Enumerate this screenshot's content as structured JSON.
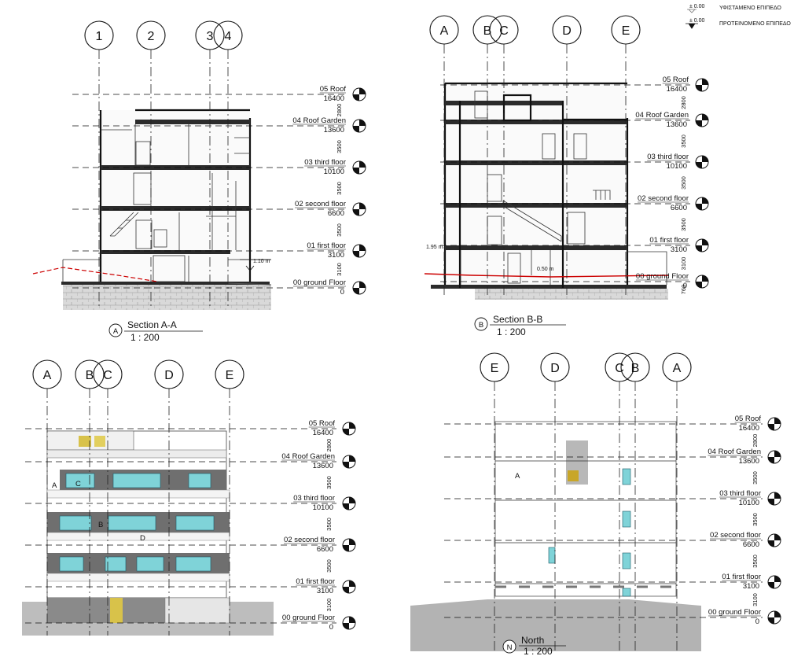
{
  "legend": {
    "existing": {
      "value": "± 0.00",
      "label": "ΥΦΙΣΤΑΜΕΝΟ ΕΠΙΠΕΔΟ"
    },
    "proposed": {
      "value": "± 0.00",
      "label": "ΠΡΟΤΕΙΝΟΜΕΝΟ ΕΠΙΠΕΔΟ"
    }
  },
  "views": [
    {
      "id": "A",
      "tag": "A",
      "title": "Section A-A",
      "scale": "1 : 200",
      "grids": [
        "1",
        "2",
        "3",
        "4"
      ],
      "spot": "1.10 m",
      "levels": [
        {
          "name": "05 Roof",
          "elev": "16400"
        },
        {
          "name": "04 Roof Garden",
          "elev": "13600"
        },
        {
          "name": "03 third floor",
          "elev": "10100"
        },
        {
          "name": "02 second floor",
          "elev": "6600"
        },
        {
          "name": "01 first floor",
          "elev": "3100"
        },
        {
          "name": "00 ground Floor",
          "elev": "0"
        }
      ],
      "dims": [
        "2800",
        "3500",
        "3500",
        "3500",
        "3100"
      ]
    },
    {
      "id": "B",
      "tag": "B",
      "title": "Section B-B",
      "scale": "1 : 200",
      "grids": [
        "A",
        "B",
        "C",
        "D",
        "E"
      ],
      "spot": "1.95 m",
      "spot2": "0.50 m",
      "levels": [
        {
          "name": "05 Roof",
          "elev": "16400"
        },
        {
          "name": "04 Roof Garden",
          "elev": "13600"
        },
        {
          "name": "03 third floor",
          "elev": "10100"
        },
        {
          "name": "02 second floor",
          "elev": "6600"
        },
        {
          "name": "01 first floor",
          "elev": "3100"
        },
        {
          "name": "00 ground Floor",
          "elev": "0"
        }
      ],
      "dims": [
        "2800",
        "3500",
        "3500",
        "3500",
        "3100",
        "760"
      ]
    },
    {
      "id": "C",
      "grids": [
        "A",
        "B",
        "C",
        "D",
        "E"
      ],
      "tags": [
        "A",
        "C",
        "B",
        "D"
      ],
      "levels": [
        {
          "name": "05 Roof",
          "elev": "16400"
        },
        {
          "name": "04 Roof Garden",
          "elev": "13600"
        },
        {
          "name": "03 third floor",
          "elev": "10100"
        },
        {
          "name": "02 second floor",
          "elev": "6600"
        },
        {
          "name": "01 first floor",
          "elev": "3100"
        },
        {
          "name": "00 ground Floor",
          "elev": "0"
        }
      ],
      "dims": [
        "2800",
        "3500",
        "3500",
        "3500",
        "3100"
      ]
    },
    {
      "id": "N",
      "tag": "N",
      "title": "North",
      "scale": "1 : 200",
      "grids": [
        "E",
        "D",
        "C",
        "B",
        "A"
      ],
      "tags": [
        "A"
      ],
      "levels": [
        {
          "name": "05 Roof",
          "elev": "16400"
        },
        {
          "name": "04 Roof Garden",
          "elev": "13600"
        },
        {
          "name": "03 third floor",
          "elev": "10100"
        },
        {
          "name": "02 second floor",
          "elev": "6600"
        },
        {
          "name": "01 first floor",
          "elev": "3100"
        },
        {
          "name": "00 ground Floor",
          "elev": "0"
        }
      ],
      "dims": [
        "2800",
        "3500",
        "3500",
        "3500",
        "3100"
      ]
    }
  ]
}
